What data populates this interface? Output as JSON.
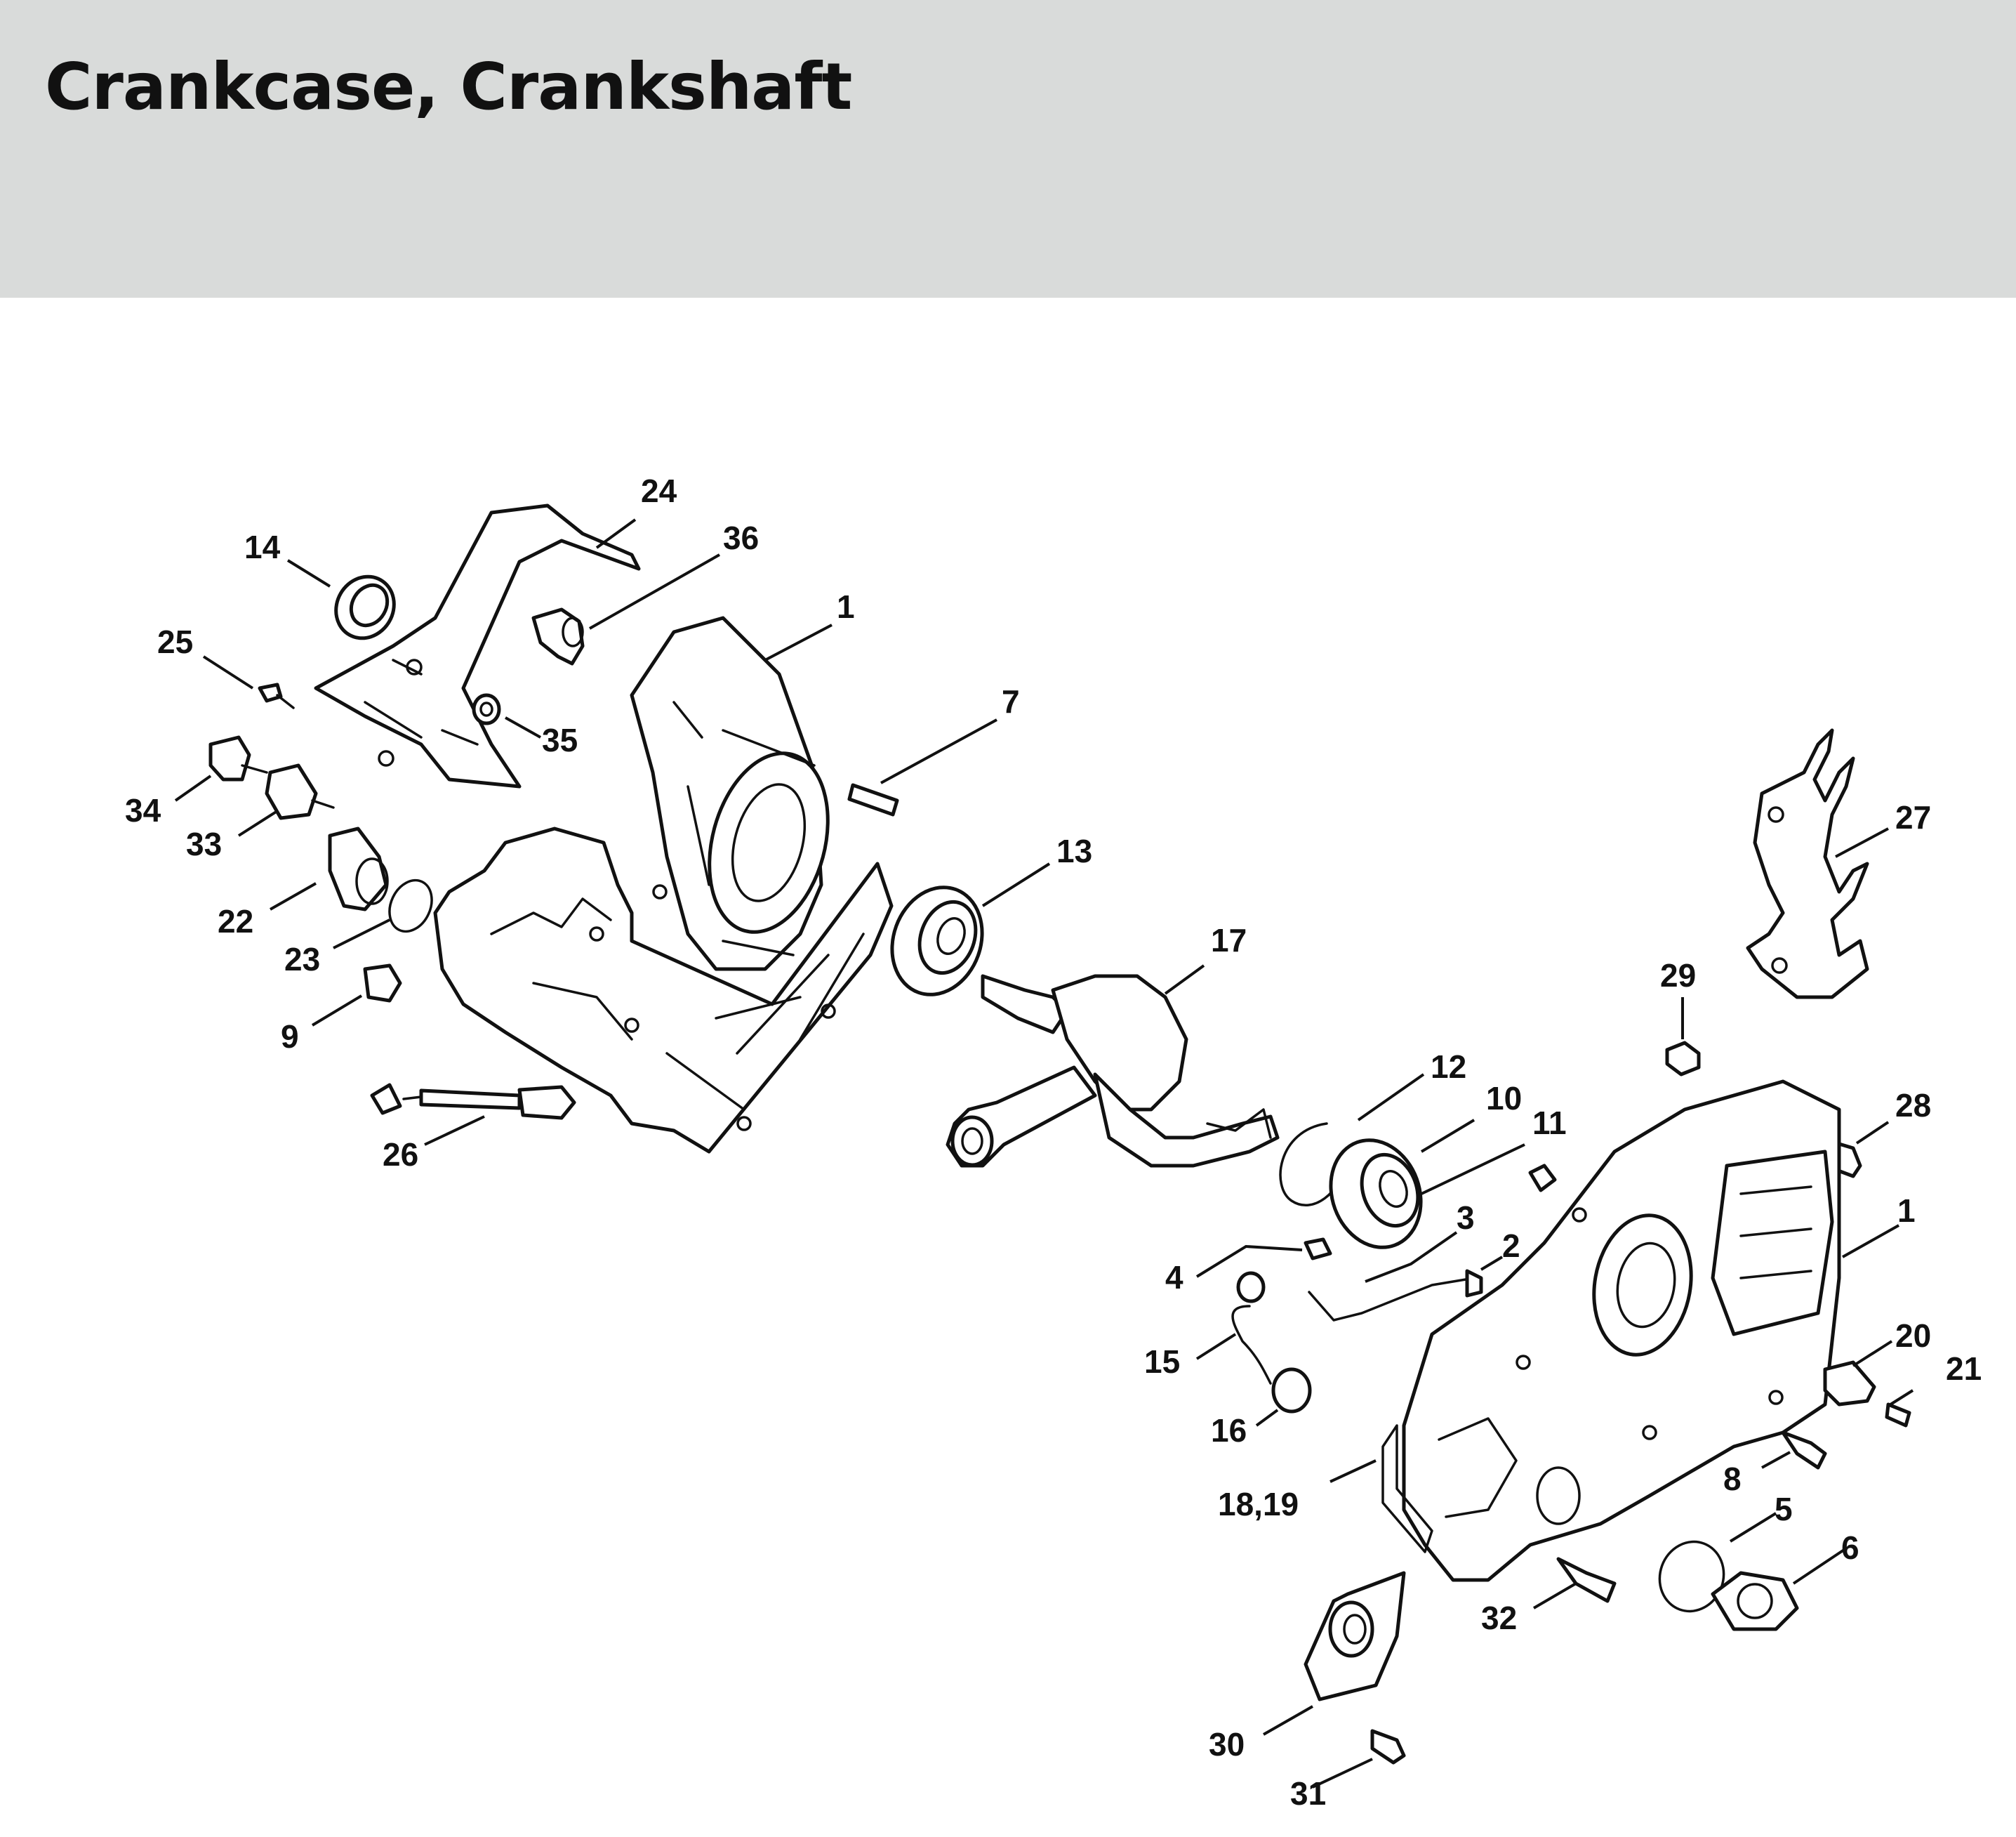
{
  "header": {
    "title": "Crankcase, Crankshaft",
    "background": "#d9dbda"
  },
  "callouts": {
    "c24": "24",
    "c14": "14",
    "c36": "36",
    "c1a": "1",
    "c25": "25",
    "c35": "35",
    "c7": "7",
    "c34": "34",
    "c33": "33",
    "c13": "13",
    "c22": "22",
    "c23": "23",
    "c17": "17",
    "c9": "9",
    "c27": "27",
    "c29": "29",
    "c12": "12",
    "c10": "10",
    "c11": "11",
    "c26": "26",
    "c28": "28",
    "c3": "3",
    "c1b": "1",
    "c2": "2",
    "c4": "4",
    "c15": "15",
    "c20": "20",
    "c21": "21",
    "c16": "16",
    "c8": "8",
    "c18_19": "18,19",
    "c5": "5",
    "c6": "6",
    "c32": "32",
    "c30": "30",
    "c31": "31"
  },
  "icons": {
    "crankcase-left": "crankcase-half-drawing",
    "crankcase-right": "crankcase-half-drawing",
    "crankshaft": "crankshaft-drawing"
  }
}
